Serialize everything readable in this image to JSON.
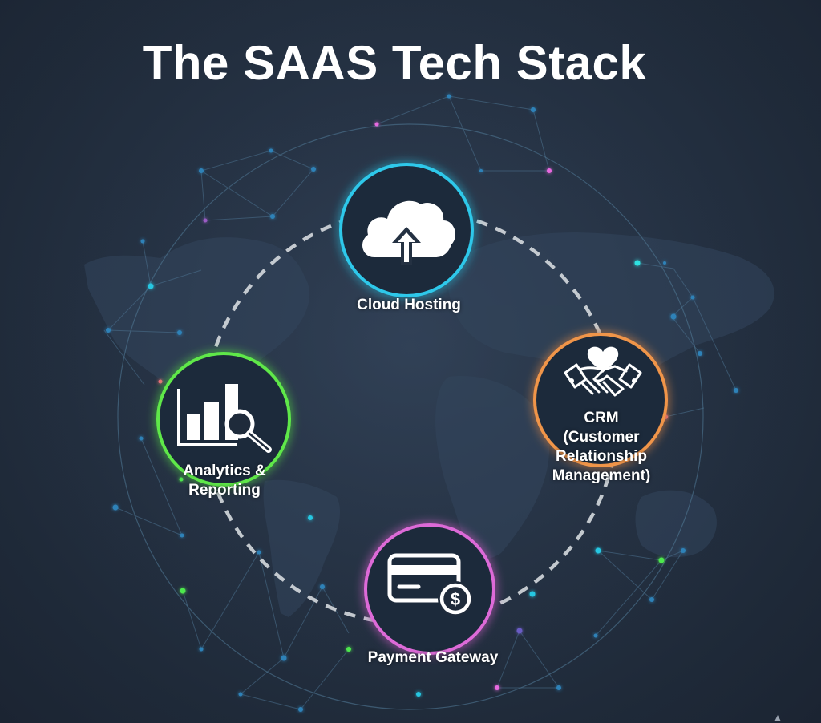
{
  "title": "The SAAS Tech Stack",
  "colors": {
    "background": "#243142",
    "cloud_ring": "#2ec8ea",
    "crm_ring": "#f0954a",
    "analytics_ring": "#5fe84a",
    "payment_ring": "#dd6ad8",
    "dashed_path": "#d5d9de",
    "network_line": "#4c7290",
    "text": "#ffffff"
  },
  "nodes": [
    {
      "id": "cloud-hosting",
      "label": "Cloud Hosting",
      "icon": "cloud-upload-icon",
      "ring_color": "#2ec8ea"
    },
    {
      "id": "crm",
      "label": "CRM (Customer Relationship Management)",
      "label_lines": [
        "CRM",
        "(Customer",
        "Relationship",
        "Management)"
      ],
      "icon": "handshake-heart-icon",
      "ring_color": "#f0954a"
    },
    {
      "id": "analytics",
      "label": "Analytics & Reporting",
      "label_lines": [
        "Analytics &",
        "Reporting"
      ],
      "icon": "bar-chart-magnifier-icon",
      "ring_color": "#5fe84a"
    },
    {
      "id": "payment-gateway",
      "label": "Payment Gateway",
      "icon": "credit-card-dollar-icon",
      "ring_color": "#dd6ad8"
    }
  ],
  "connections": [
    {
      "from": "cloud-hosting",
      "to": "crm",
      "style": "dashed"
    },
    {
      "from": "crm",
      "to": "payment-gateway",
      "style": "dashed"
    },
    {
      "from": "payment-gateway",
      "to": "analytics",
      "style": "dashed"
    },
    {
      "from": "analytics",
      "to": "cloud-hosting",
      "style": "dashed"
    }
  ]
}
